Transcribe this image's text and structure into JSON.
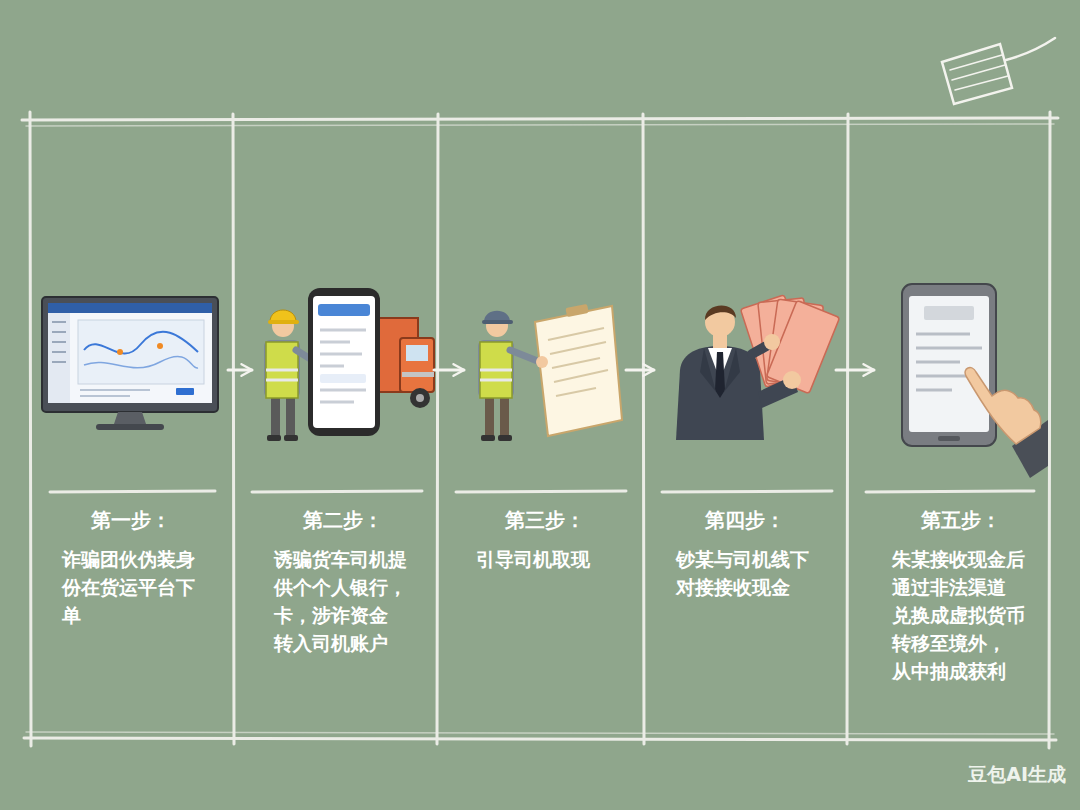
{
  "diagram": {
    "nodes": [
      {
        "text": [
          "第一步：",
          "诈骗团伙伪装身 份在货运平台下 单"
        ]
      },
      {
        "text": [
          "第二步：",
          "诱骗货车司机提 供个个人银行， 卡，涉诈资金 转入司机账户"
        ]
      },
      {
        "text": [
          "第三步：",
          "引导司机取现"
        ]
      },
      {
        "text": [
          "第四步：",
          "钞某与司机线下 对接接收现金"
        ]
      },
      {
        "text": [
          "第五步：",
          "朱某接收现金后 通过非法渠道 兑换成虚拟货币 转移至境外， 从中抽成获利"
        ]
      }
    ],
    "edges": [
      {
        "from": 0,
        "to": 1,
        "arrow": "to"
      },
      {
        "from": 1,
        "to": 2,
        "arrow": "to"
      },
      {
        "from": 2,
        "to": 3,
        "arrow": "to"
      },
      {
        "from": 3,
        "to": 4,
        "arrow": "to"
      }
    ],
    "labels": [
      "豆包AI生成"
    ]
  }
}
